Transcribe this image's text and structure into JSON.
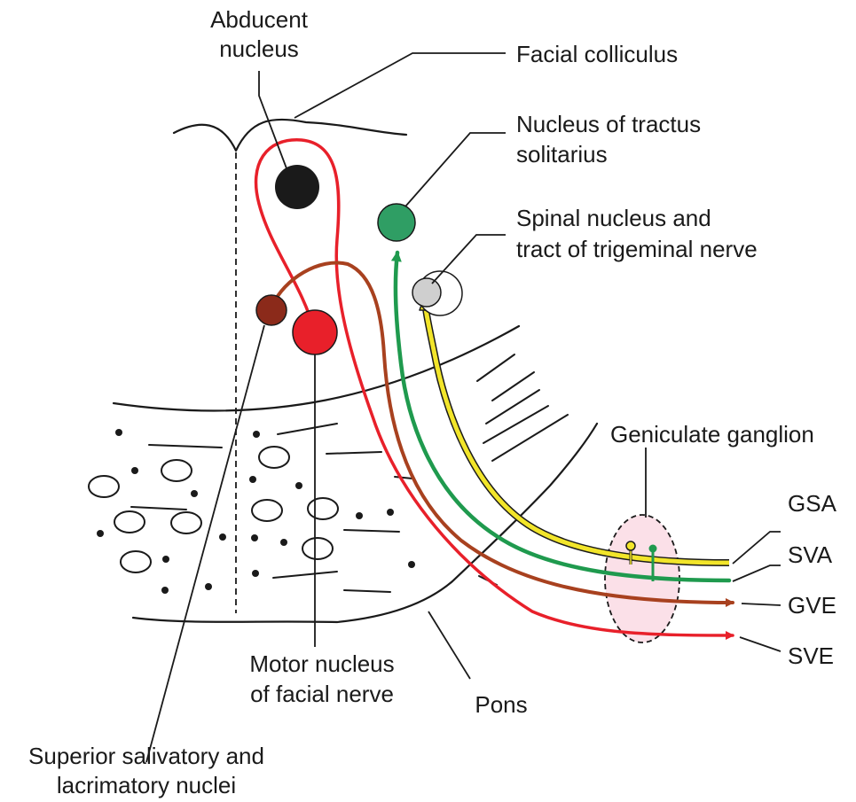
{
  "labels": {
    "abducent_line1": "Abducent",
    "abducent_line2": "nucleus",
    "facial_colliculus": "Facial colliculus",
    "nts_line1": "Nucleus of tractus",
    "nts_line2": "solitarius",
    "trig_line1": "Spinal nucleus and",
    "trig_line2": "tract of trigeminal nerve",
    "geniculate": "Geniculate ganglion",
    "gsa": "GSA",
    "sva": "SVA",
    "gve": "GVE",
    "sve": "SVE",
    "motor_line1": "Motor nucleus",
    "motor_line2": "of facial nerve",
    "pons": "Pons",
    "salivatory_line1": "Superior salivatory and",
    "salivatory_line2": "lacrimatory nuclei"
  },
  "colors": {
    "abducent_nucleus": "#1a1a1a",
    "facial_motor_nucleus": "#e8202a",
    "salivatory_nucleus": "#8b2a1a",
    "tractus_solitarius_nucleus": "#2f9e64",
    "trigeminal_nucleus": "#cfcfcf",
    "sve_fiber": "#e8202a",
    "gve_fiber": "#a8411f",
    "sva_fiber": "#1f9a4e",
    "gsa_fiber": "#f2e52a",
    "ganglion_fill": "#fbe0e8"
  }
}
